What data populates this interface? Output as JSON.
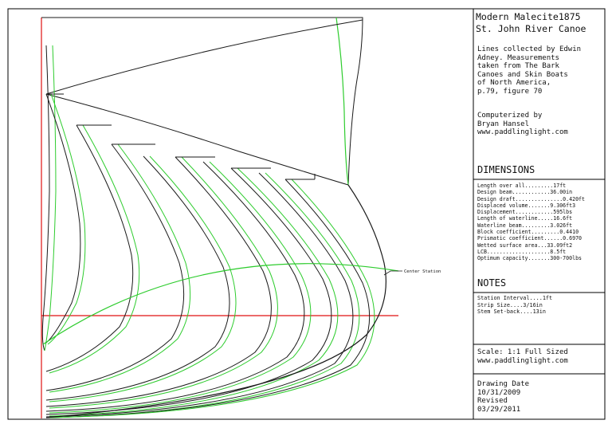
{
  "title_block": {
    "title_lines": [
      "Modern Malecite1875",
      "St. John River Canoe"
    ],
    "credit_lines": [
      "Lines collected by Edwin",
      "Adney. Measurements",
      "taken from The Bark",
      "Canoes and Skin Boats",
      "of North America,",
      "p.79, figure 70"
    ],
    "computerized_lines": [
      "Computerized by",
      "Bryan Hansel",
      "www.paddlinglight.com"
    ]
  },
  "dimensions": {
    "heading": "DIMENSIONS",
    "items": [
      "Length over all.........17ft",
      "Design beam............36.00in",
      "Design draft...............0.420ft",
      "Displaced volume.......9.306ft3",
      "Displacement............595lbs",
      "Length of waterline.....16.6ft",
      "Waterline beam.........3.026ft",
      "Block coefficient.........0.4410",
      "Prismatic coefficient......0.6970",
      "Wetted surface area...33.09ft2",
      "LCB....................8.5ft",
      "Optimum capacity.......300-700lbs"
    ]
  },
  "notes": {
    "heading": "NOTES",
    "items": [
      "Station Interval....1ft",
      "Strip Size....3/16in",
      "Stem Set-back....13in"
    ]
  },
  "scale": {
    "lines": [
      "Scale: 1:1 Full Sized",
      "www.paddlinglight.com"
    ]
  },
  "drawing_date": {
    "lines": [
      "Drawing Date",
      "10/31/2009",
      "Revised",
      "03/29/2011"
    ]
  },
  "annotations": {
    "center_station": "Center Station"
  },
  "colors": {
    "frame": "#000000",
    "station_lines": "#1a1a1a",
    "green_lines": "#2ecc2e",
    "red_lines": "#e01010"
  }
}
